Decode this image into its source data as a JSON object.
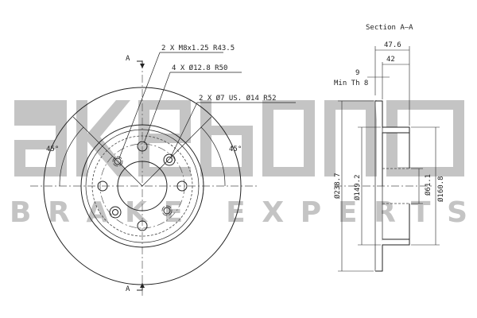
{
  "watermark": {
    "logo_text": "akebono",
    "tagline": "BRAKE EXPERTS",
    "color": "#c4c4c4"
  },
  "front_view": {
    "section_marker_top": "A",
    "section_marker_bottom": "A",
    "callouts": [
      "2 X M8x1.25 R43.5",
      "4 X Ø12.8 R50",
      "2 X Ø7 US. Ø14 R52"
    ],
    "angle_left": "45°",
    "angle_right": "45°"
  },
  "section_view": {
    "title": "Section A–A",
    "dim_overall_width": "47.6",
    "dim_hat_width": "42",
    "dim_thickness": "9",
    "dim_min_thickness": "Min Th 8",
    "dim_outer_dia": "Ø238.7",
    "dim_hat_dia": "Ø149.2",
    "dim_bore_dia": "Ø61.1",
    "dim_pcd_dia": "Ø160.8"
  }
}
